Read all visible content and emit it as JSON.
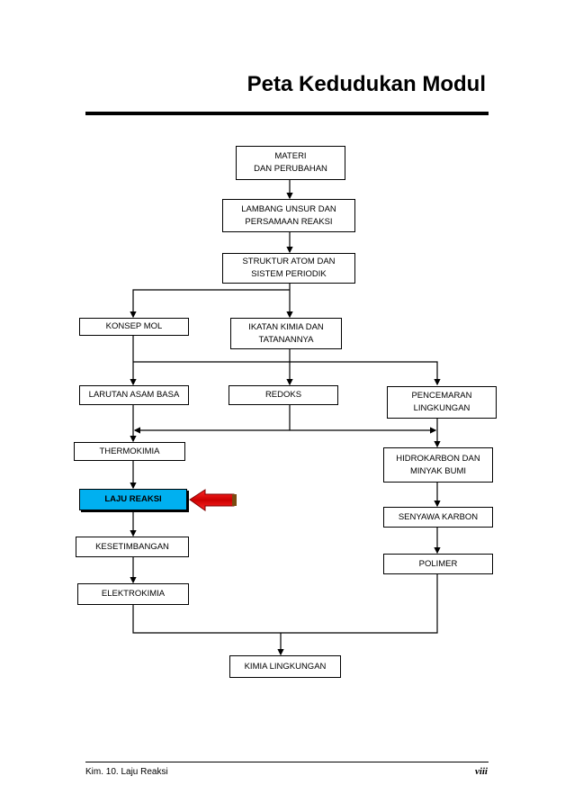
{
  "page": {
    "title": "Peta Kedudukan Modul",
    "footer_left": "Kim. 10. Laju Reaksi",
    "footer_right": "viii"
  },
  "nodes": {
    "materi": "MATERI\nDAN PERUBAHAN",
    "lambang": "LAMBANG UNSUR DAN\nPERSAMAAN REAKSI",
    "struktur": "STRUKTUR ATOM DAN\nSISTEM PERIODIK",
    "konsep_mol": "KONSEP MOL",
    "ikatan": "IKATAN KIMIA DAN\nTATANANNYA",
    "larutan": "LARUTAN ASAM BASA",
    "redoks": "REDOKS",
    "pencemaran": "PENCEMARAN\nLINGKUNGAN",
    "thermokimia": "THERMOKIMIA",
    "hidrokarbon": "HIDROKARBON DAN\nMINYAK BUMI",
    "laju_reaksi": "LAJU REAKSI",
    "senyawa_karbon": "SENYAWA KARBON",
    "kesetimbangan": "KESETIMBANGAN",
    "polimer": "POLIMER",
    "elektrokimia": "ELEKTROKIMIA",
    "kimia_lingkungan": "KIMIA LINGKUNGAN"
  },
  "colors": {
    "active_fill": "#00b0f0",
    "pointer_arrow": "#e00000"
  }
}
